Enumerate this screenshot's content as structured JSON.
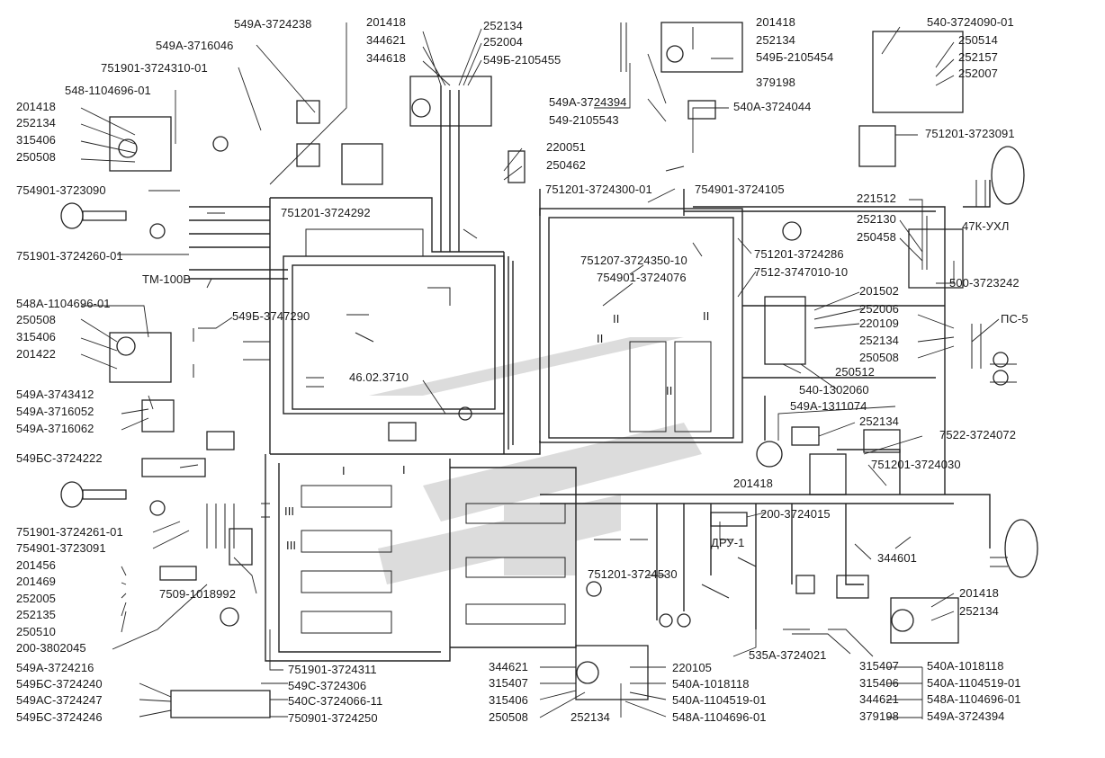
{
  "labels": [
    "549А-3724238",
    "549А-3716046",
    "751901-3724310-01",
    "548-1104696-01",
    "201418",
    "252134",
    "315406",
    "250508",
    "754901-3723090",
    "751201-3724292",
    "751901-3724260-01",
    "ТМ-100В",
    "201418",
    "344621",
    "344618",
    "252134",
    "252004",
    "549Б-2105455",
    "549А-3724394",
    "549-2105543",
    "220051",
    "250462",
    "751201-3724300-01",
    "201418",
    "252134",
    "549Б-2105454",
    "379198",
    "540А-3724044",
    "540-3724090-01",
    "250514",
    "252157",
    "252007",
    "751201-3723091",
    "754901-3724105",
    "221512",
    "252130",
    "250458",
    "47К-УХЛ",
    "751201-3724286",
    "751207-3724350-10",
    "754901-3724076",
    "7512-3747010-10",
    "500-3723242",
    "548А-1104696-01",
    "250508",
    "315406",
    "201422",
    "549Б-3747290",
    "201502",
    "252006",
    "220109",
    "252134",
    "250508",
    "250512",
    "ПС-5",
    "46.02.3710",
    "540-1302060",
    "549А-3743412",
    "549А-3716052",
    "549А-3716062",
    "549А-1311074",
    "252134",
    "7522-3724072",
    "549БС-3724222",
    "201418",
    "751201-3724030",
    "200-3724015",
    "751901-3724261-01",
    "754901-3723091",
    "ДРУ-1",
    "201456",
    "201469",
    "252005",
    "252135",
    "250510",
    "7509-1018992",
    "751201-3724530",
    "344601",
    "200-3802045",
    "201418",
    "252134",
    "535А-3724021",
    "549А-3724216",
    "751901-3724311",
    "344621",
    "220105",
    "549БС-3724240",
    "549С-3724306",
    "315407",
    "540А-1018118",
    "549АС-3724247",
    "540С-3724066-11",
    "315406",
    "540А-1104519-01",
    "549БС-3724246",
    "750901-3724250",
    "250508",
    "252134",
    "548А-1104696-01",
    "315407",
    "540А-1018118",
    "315406",
    "540А-1104519-01",
    "344621",
    "548А-1104696-01",
    "379198",
    "549А-3724394",
    "I",
    "II",
    "III",
    "II",
    "II",
    "II",
    "III",
    "I"
  ]
}
